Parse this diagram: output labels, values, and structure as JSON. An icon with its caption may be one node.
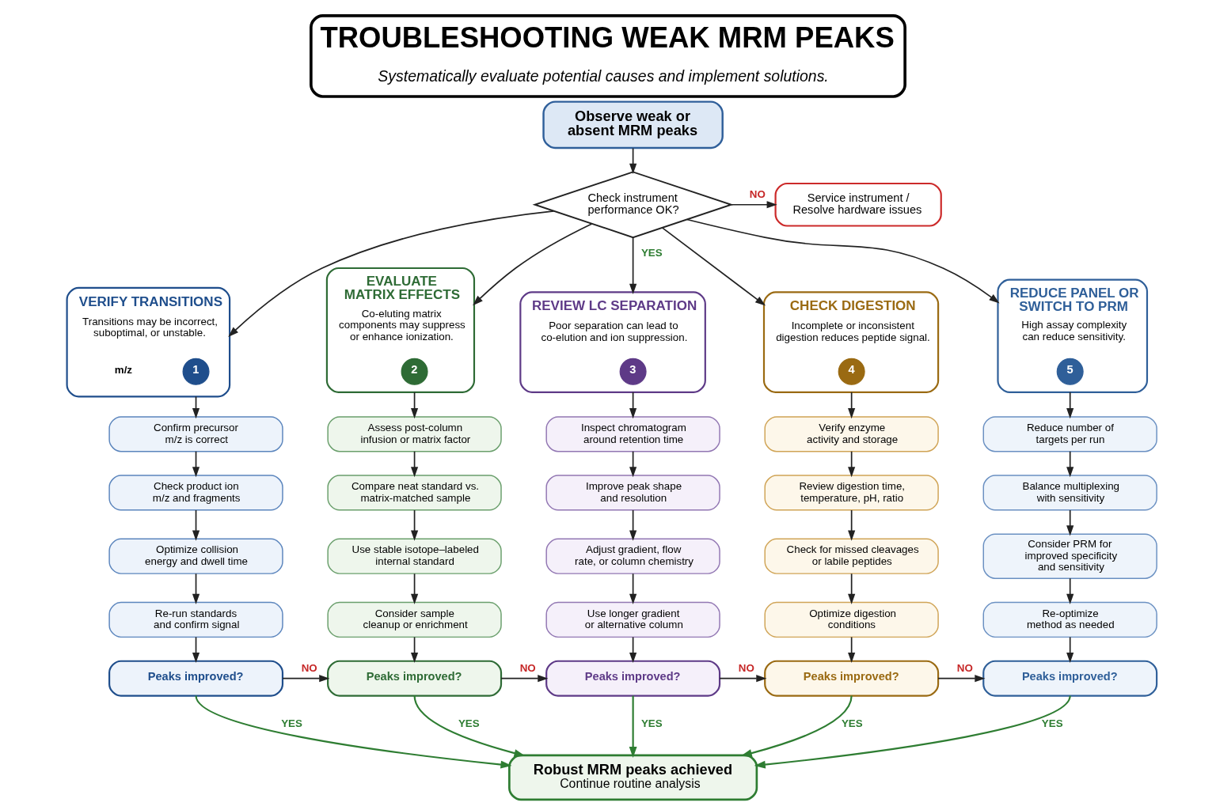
{
  "diagram": {
    "title": "TROUBLESHOOTING WEAK MRM PEAKS",
    "caption": "Systematically evaluate potential causes and implement solutions.",
    "nodes": [
      {
        "text": [
          "Observe weak or absent MRM peaks"
        ]
      },
      {
        "text": [
          "Check instrument performance OK?"
        ]
      },
      {
        "text": [
          "Service instrument / Resolve hardware issues"
        ]
      },
      {
        "text": [
          "VERIFY TRANSITIONS",
          "Transitions may be incorrect, suboptimal, or unstable."
        ]
      },
      {
        "text": [
          "1"
        ],
        "in": 3
      },
      {
        "text": [
          "Confirm precursor m/z is correct"
        ]
      },
      {
        "text": [
          "Check product ion m/z and fragments"
        ]
      },
      {
        "text": [
          "Optimize collision energy and dwell time"
        ]
      },
      {
        "text": [
          "Re-run standards and confirm signal"
        ]
      },
      {
        "text": [
          "Peaks improved?"
        ]
      },
      {
        "text": [
          "EVALUATE MATRIX EFFECTS",
          "Co-eluting matrix components may suppress or enhance ionization."
        ]
      },
      {
        "text": [
          "2"
        ],
        "in": 10
      },
      {
        "text": [
          "Assess post-column infusion or matrix factor"
        ]
      },
      {
        "text": [
          "Compare neat standard vs. matrix-matched sample"
        ]
      },
      {
        "text": [
          "Use stable isotope–labeled internal standard"
        ]
      },
      {
        "text": [
          "Consider sample cleanup or enrichment"
        ]
      },
      {
        "text": [
          "Peaks improved?"
        ]
      },
      {
        "text": [
          "REVIEW LC SEPARATION",
          "Poor separation can lead to co-elution and ion suppression."
        ]
      },
      {
        "text": [
          "3"
        ],
        "in": 17
      },
      {
        "text": [
          "Inspect chromatogram around retention time"
        ]
      },
      {
        "text": [
          "Improve peak shape and resolution"
        ]
      },
      {
        "text": [
          "Adjust gradient, flow rate, or column chemistry"
        ]
      },
      {
        "text": [
          "Use longer gradient or alternative column"
        ]
      },
      {
        "text": [
          "Peaks improved?"
        ]
      },
      {
        "text": [
          "CHECK DIGESTION",
          "Incomplete or inconsistent digestion reduces peptide signal."
        ]
      },
      {
        "text": [
          "4"
        ],
        "in": 24
      },
      {
        "text": [
          "Verify enzyme activity and storage"
        ]
      },
      {
        "text": [
          "Review digestion time, temperature, pH, ratio"
        ]
      },
      {
        "text": [
          "Check for missed cleavages or labile peptides"
        ]
      },
      {
        "text": [
          "Optimize digestion conditions"
        ]
      },
      {
        "text": [
          "Peaks improved?"
        ]
      },
      {
        "text": [
          "REDUCE PANEL OR SWITCH TO PRM",
          "High assay complexity can reduce sensitivity."
        ]
      },
      {
        "text": [
          "5"
        ],
        "in": 31
      },
      {
        "text": [
          "Reduce number of targets per run"
        ]
      },
      {
        "text": [
          "Balance multiplexing with sensitivity"
        ]
      },
      {
        "text": [
          "Consider PRM for improved specificity and sensitivity"
        ]
      },
      {
        "text": [
          "Re-optimize method as needed"
        ]
      },
      {
        "text": [
          "Peaks improved?"
        ]
      },
      {
        "text": [
          "Robust MRM peaks achieved",
          "Continue routine analysis"
        ]
      }
    ],
    "edges": [
      {
        "from": 0,
        "to": 1,
        "arrow": "to"
      },
      {
        "from": 1,
        "to": 2,
        "arrow": "to",
        "label": "NO"
      },
      {
        "from": 1,
        "to": 3,
        "arrow": "to"
      },
      {
        "from": 1,
        "to": 10,
        "arrow": "to"
      },
      {
        "from": 1,
        "to": 17,
        "arrow": "to",
        "label": "YES"
      },
      {
        "from": 1,
        "to": 24,
        "arrow": "to"
      },
      {
        "from": 1,
        "to": 31,
        "arrow": "to"
      },
      {
        "from": 3,
        "to": 5,
        "arrow": "to"
      },
      {
        "from": 5,
        "to": 6,
        "arrow": "to"
      },
      {
        "from": 6,
        "to": 7,
        "arrow": "to"
      },
      {
        "from": 7,
        "to": 8,
        "arrow": "to"
      },
      {
        "from": 8,
        "to": 9,
        "arrow": "to"
      },
      {
        "from": 10,
        "to": 12,
        "arrow": "to"
      },
      {
        "from": 12,
        "to": 13,
        "arrow": "to"
      },
      {
        "from": 13,
        "to": 14,
        "arrow": "to"
      },
      {
        "from": 14,
        "to": 15,
        "arrow": "to"
      },
      {
        "from": 15,
        "to": 16,
        "arrow": "to"
      },
      {
        "from": 17,
        "to": 19,
        "arrow": "to"
      },
      {
        "from": 19,
        "to": 20,
        "arrow": "to"
      },
      {
        "from": 20,
        "to": 21,
        "arrow": "to"
      },
      {
        "from": 21,
        "to": 22,
        "arrow": "to"
      },
      {
        "from": 22,
        "to": 23,
        "arrow": "to"
      },
      {
        "from": 24,
        "to": 26,
        "arrow": "to"
      },
      {
        "from": 26,
        "to": 27,
        "arrow": "to"
      },
      {
        "from": 27,
        "to": 28,
        "arrow": "to"
      },
      {
        "from": 28,
        "to": 29,
        "arrow": "to"
      },
      {
        "from": 29,
        "to": 30,
        "arrow": "to"
      },
      {
        "from": 31,
        "to": 33,
        "arrow": "to"
      },
      {
        "from": 33,
        "to": 34,
        "arrow": "to"
      },
      {
        "from": 34,
        "to": 35,
        "arrow": "to"
      },
      {
        "from": 35,
        "to": 36,
        "arrow": "to"
      },
      {
        "from": 36,
        "to": 37,
        "arrow": "to"
      },
      {
        "from": 9,
        "to": 16,
        "arrow": "to",
        "label": "NO"
      },
      {
        "from": 16,
        "to": 23,
        "arrow": "to",
        "label": "NO"
      },
      {
        "from": 23,
        "to": 30,
        "arrow": "to",
        "label": "NO"
      },
      {
        "from": 30,
        "to": 37,
        "arrow": "to",
        "label": "NO"
      },
      {
        "from": 9,
        "to": 38,
        "arrow": "to",
        "label": "YES",
        "color": "#2e7d32"
      },
      {
        "from": 16,
        "to": 38,
        "arrow": "to",
        "label": "YES",
        "color": "#2e7d32"
      },
      {
        "from": 23,
        "to": 38,
        "arrow": "to",
        "label": "YES",
        "color": "#2e7d32"
      },
      {
        "from": 30,
        "to": 38,
        "arrow": "to",
        "label": "YES",
        "color": "#2e7d32"
      },
      {
        "from": 37,
        "to": 38,
        "arrow": "to",
        "label": "YES",
        "color": "#2e7d32"
      }
    ],
    "labels": [
      "m/z"
    ]
  }
}
